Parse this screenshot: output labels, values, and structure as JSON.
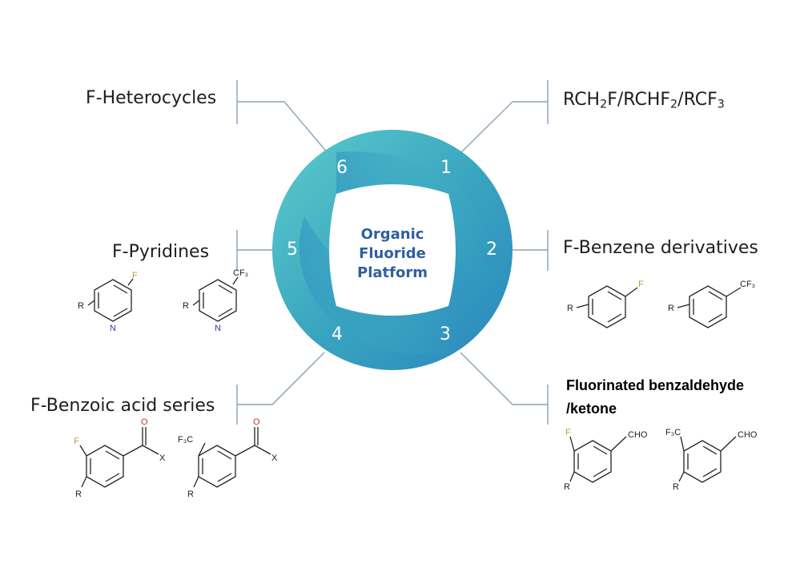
{
  "platform": {
    "title_lines": [
      "Organic",
      "Fluoride",
      "Platform"
    ],
    "segment_numbers": [
      "1",
      "2",
      "3",
      "4",
      "5",
      "6"
    ]
  },
  "categories": {
    "c1": {
      "number": "1",
      "label_parts": [
        "RCH",
        "2",
        "F/RCHF",
        "2",
        "/RCF",
        "3"
      ]
    },
    "c2": {
      "number": "2",
      "label": "F-Benzene derivatives"
    },
    "c3": {
      "number": "3",
      "label_line1": "Fluorinated benzaldehyde",
      "label_line2": "/ketone"
    },
    "c4": {
      "number": "4",
      "label": "F-Benzoic acid series"
    },
    "c5": {
      "number": "5",
      "label": "F-Pyridines"
    },
    "c6": {
      "number": "6",
      "label": "F-Heterocycles"
    }
  },
  "atoms": {
    "F": "F",
    "N": "N",
    "R": "R",
    "O": "O",
    "X": "X",
    "CF3": "CF₃",
    "F3C": "F₃C",
    "CHO": "CHO"
  },
  "colors": {
    "ring_light": "#55c4c4",
    "ring_dark": "#2b86c0",
    "center_text": "#2f5f9e",
    "connector": "#8aa0b4",
    "fluorine": "#b79a3a",
    "nitrogen": "#3a3aa8",
    "oxygen": "#c0392b"
  }
}
